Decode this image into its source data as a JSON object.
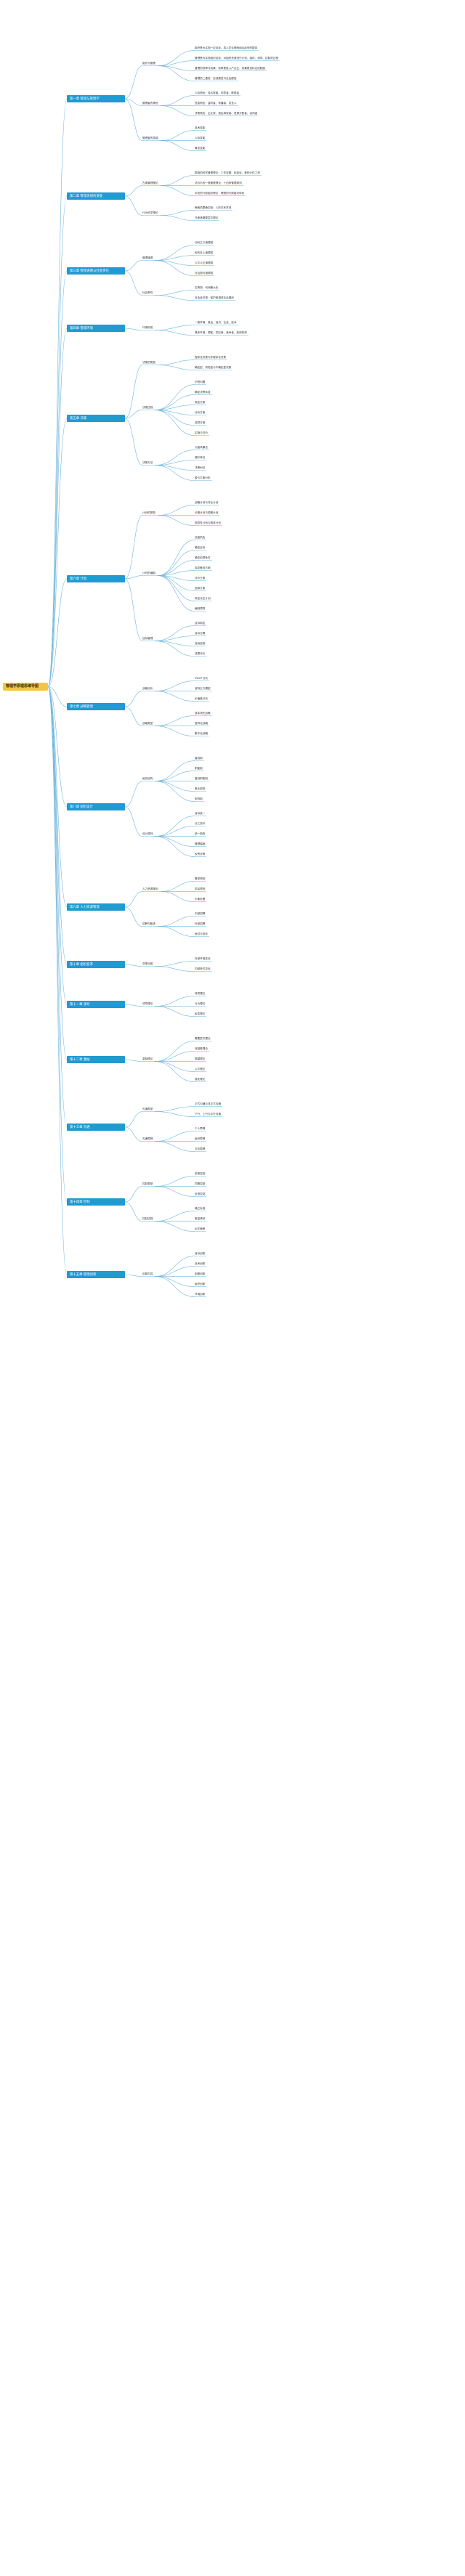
{
  "root": {
    "title": "管理学原理思维导图"
  },
  "branches": [
    {
      "title": "第一章 管理与管理学",
      "groups": [
        {
          "label": "组织与管理",
          "items": [
            "组织是为实现一定目标，将人员合理地组合起来的群体",
            "管理是为实现组织目标，对组织资源进行计划、组织、领导、控制的过程",
            "管理的效率与效果：效率是投入产出比，效果是目标达成程度",
            "管理的二重性：自然属性与社会属性"
          ]
        },
        {
          "label": "管理者的角色",
          "items": [
            "人际角色：挂名首脑、领导者、联络者",
            "信息角色：监听者、传播者、发言人",
            "决策角色：企业家、混乱驾驭者、资源分配者、谈判者"
          ]
        },
        {
          "label": "管理者的技能",
          "items": [
            "技术技能",
            "人际技能",
            "概念技能"
          ]
        }
      ]
    },
    {
      "title": "第二章 管理思想的演变",
      "groups": [
        {
          "label": "古典管理理论",
          "items": [
            "泰勒的科学管理理论：工作定额、标准化、差别计件工资",
            "法约尔的一般管理理论：十四条管理原则",
            "韦伯的行政组织理论：理想的行政组织体系"
          ]
        },
        {
          "label": "行为科学理论",
          "items": [
            "梅奥的霍桑实验：人际关系学说",
            "马斯洛需要层次理论"
          ]
        }
      ]
    },
    {
      "title": "第三章 管理道德与社会责任",
      "groups": [
        {
          "label": "管理道德",
          "items": [
            "功利主义道德观",
            "权利至上道德观",
            "公平公正道德观",
            "社会契约道德观"
          ]
        },
        {
          "label": "社会责任",
          "items": [
            "古典观：利润最大化",
            "社会经济观：保护和增进社会福利"
          ]
        }
      ]
    },
    {
      "title": "第四章 管理环境",
      "groups": [
        {
          "label": "环境构成",
          "items": [
            "一般环境：政治、经济、社会、技术",
            "具体环境：顾客、供应商、竞争者、政府机构"
          ]
        }
      ]
    },
    {
      "title": "第五章 决策",
      "groups": [
        {
          "label": "决策的类型",
          "items": [
            "程序化决策与非程序化决策",
            "确定型、风险型与不确定型决策"
          ]
        },
        {
          "label": "决策过程",
          "items": [
            "识别问题",
            "确定决策标准",
            "拟定方案",
            "分析方案",
            "选择方案",
            "实施与评价"
          ]
        },
        {
          "label": "决策方法",
          "items": [
            "头脑风暴法",
            "德尔菲法",
            "决策树法",
            "盈亏平衡分析"
          ]
        }
      ]
    },
    {
      "title": "第六章 计划",
      "groups": [
        {
          "label": "计划的类型",
          "items": [
            "战略计划与作业计划",
            "长期计划与短期计划",
            "指导性计划与具体计划"
          ]
        },
        {
          "label": "计划的编制",
          "items": [
            "估量机会",
            "确定目标",
            "确定前提条件",
            "拟定备选方案",
            "评价方案",
            "选择方案",
            "拟定派生计划",
            "编制预算"
          ]
        },
        {
          "label": "目标管理",
          "items": [
            "目标制定",
            "目标分解",
            "自我控制",
            "成果评价"
          ]
        }
      ]
    },
    {
      "title": "第七章 战略管理",
      "groups": [
        {
          "label": "战略分析",
          "items": [
            "SWOT分析",
            "波特五力模型",
            "价值链分析"
          ]
        },
        {
          "label": "战略类型",
          "items": [
            "成本领先战略",
            "差异化战略",
            "集中化战略"
          ]
        }
      ]
    },
    {
      "title": "第八章 组织设计",
      "groups": [
        {
          "label": "组织结构",
          "items": [
            "直线制",
            "职能制",
            "直线职能制",
            "事业部制",
            "矩阵制"
          ]
        },
        {
          "label": "设计原则",
          "items": [
            "目标统一",
            "分工协作",
            "统一指挥",
            "管理幅度",
            "权责对等"
          ]
        }
      ]
    },
    {
      "title": "第九章 人力资源管理",
      "groups": [
        {
          "label": "人力资源规划",
          "items": [
            "需求预测",
            "供给预测",
            "平衡供需"
          ]
        },
        {
          "label": "招聘与甄选",
          "items": [
            "内部招聘",
            "外部招聘",
            "面试与测评"
          ]
        }
      ]
    },
    {
      "title": "第十章 组织变革",
      "groups": [
        {
          "label": "变革动因",
          "items": [
            "外部环境变化",
            "内部条件变化"
          ]
        }
      ]
    },
    {
      "title": "第十一章 领导",
      "groups": [
        {
          "label": "领导理论",
          "items": [
            "特质理论",
            "行为理论",
            "权变理论"
          ]
        }
      ]
    },
    {
      "title": "第十二章 激励",
      "groups": [
        {
          "label": "激励理论",
          "items": [
            "需要层次理论",
            "双因素理论",
            "期望理论",
            "公平理论",
            "强化理论"
          ]
        }
      ]
    },
    {
      "title": "第十三章 沟通",
      "groups": [
        {
          "label": "沟通类型",
          "items": [
            "正式沟通与非正式沟通",
            "下行、上行与平行沟通"
          ]
        },
        {
          "label": "沟通障碍",
          "items": [
            "个人障碍",
            "组织障碍",
            "文化障碍"
          ]
        }
      ]
    },
    {
      "title": "第十四章 控制",
      "groups": [
        {
          "label": "控制类型",
          "items": [
            "前馈控制",
            "同期控制",
            "反馈控制"
          ]
        },
        {
          "label": "控制过程",
          "items": [
            "确立标准",
            "衡量绩效",
            "纠正偏差"
          ]
        }
      ]
    },
    {
      "title": "第十五章 管理创新",
      "groups": [
        {
          "label": "创新内容",
          "items": [
            "目标创新",
            "技术创新",
            "制度创新",
            "组织创新",
            "环境创新"
          ]
        }
      ]
    }
  ],
  "colors": {
    "root_fill": "#f4c542",
    "branch_fill": "#1f9bd1",
    "link_stroke": "#6fb6dc",
    "leaf_text": "#333333"
  }
}
